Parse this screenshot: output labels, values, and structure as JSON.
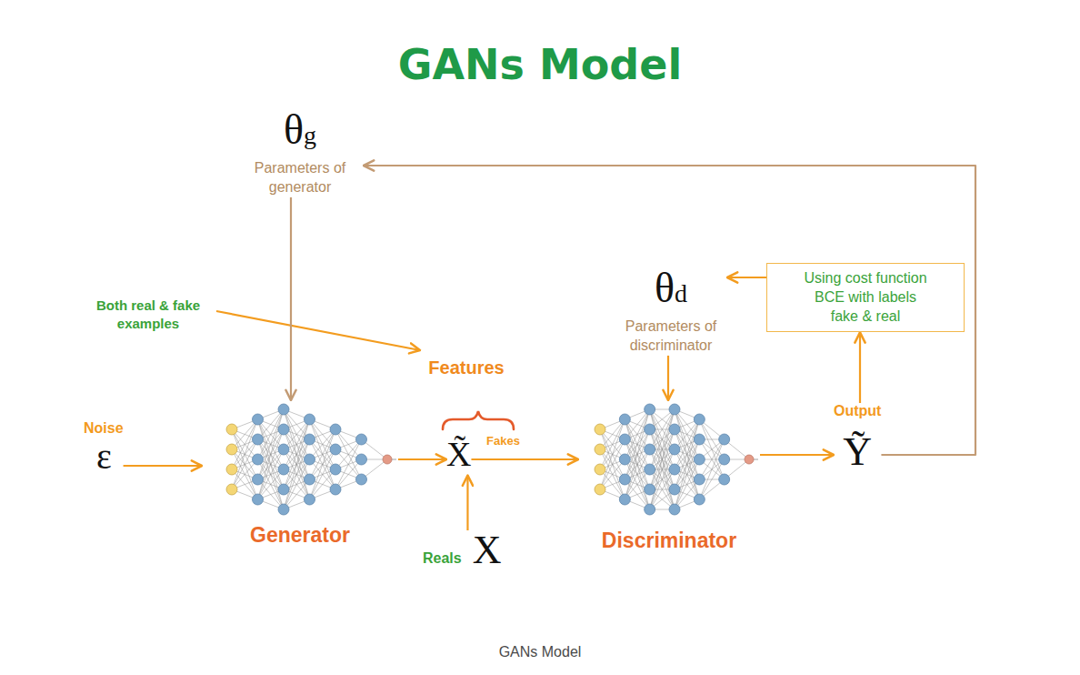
{
  "diagram": {
    "title": "GANs Model",
    "caption": "GANs Model",
    "nodes": [
      {
        "text": [
          "θg",
          "Parameters of generator"
        ]
      },
      {
        "text": [
          "θd",
          "Parameters of discriminator"
        ]
      },
      {
        "text": [
          "Using cost function BCE with labels fake & real"
        ]
      },
      {
        "text": [
          "Noise",
          "ε"
        ]
      },
      {
        "text": [
          "Generator"
        ]
      },
      {
        "text": [
          "X̃"
        ]
      },
      {
        "text": [
          "Reals",
          "X"
        ]
      },
      {
        "text": [
          "Discriminator"
        ]
      },
      {
        "text": [
          "Output",
          "Ỹ"
        ]
      }
    ],
    "edges": [
      {
        "from": 3,
        "to": 4,
        "arrow": "to"
      },
      {
        "from": 0,
        "to": 4,
        "arrow": "to"
      },
      {
        "from": 4,
        "to": 5,
        "arrow": "to"
      },
      {
        "from": 6,
        "to": 5,
        "arrow": "to"
      },
      {
        "from": 5,
        "to": 7,
        "arrow": "to"
      },
      {
        "from": 1,
        "to": 7,
        "arrow": "to"
      },
      {
        "from": 7,
        "to": 8,
        "arrow": "to"
      },
      {
        "from": 8,
        "to": 2,
        "arrow": "to"
      },
      {
        "from": 2,
        "to": 1,
        "arrow": "to"
      },
      {
        "from": 8,
        "to": 0,
        "arrow": "to"
      }
    ],
    "labels": [
      "Both real & fake examples",
      "Features",
      "Fakes"
    ]
  }
}
